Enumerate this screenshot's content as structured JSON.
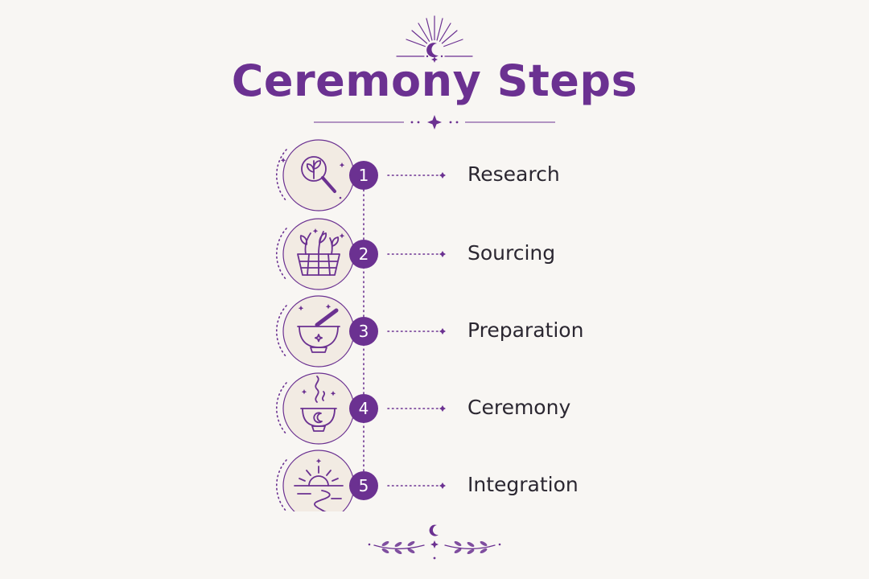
{
  "title": "Ceremony Steps",
  "colors": {
    "accent": "#6b3191",
    "text": "#2b2731",
    "background": "#f8f6f3",
    "icon_fill": "#f2ebe3"
  },
  "steps": [
    {
      "number": "1",
      "label": "Research",
      "icon": "magnifying-glass-herb-icon"
    },
    {
      "number": "2",
      "label": "Sourcing",
      "icon": "herb-basket-icon"
    },
    {
      "number": "3",
      "label": "Preparation",
      "icon": "mortar-pestle-icon"
    },
    {
      "number": "4",
      "label": "Ceremony",
      "icon": "steaming-bowl-moon-icon"
    },
    {
      "number": "5",
      "label": "Integration",
      "icon": "sunrise-path-icon"
    }
  ]
}
